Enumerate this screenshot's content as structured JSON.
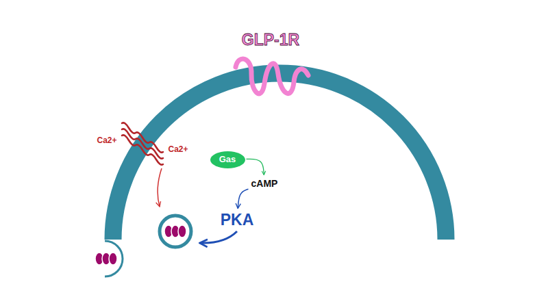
{
  "diagram": {
    "nodes": [
      {
        "text": [
          "Gas"
        ]
      },
      {
        "text": [
          "cAMP"
        ]
      },
      {
        "text": [
          "PKA"
        ]
      }
    ],
    "edges": [
      {
        "from": 0,
        "to": 1,
        "arrow": "to"
      },
      {
        "from": 1,
        "to": 2,
        "arrow": "to"
      }
    ],
    "labels": [
      "GLP-1R",
      "Ca2+",
      "Ca2+"
    ]
  }
}
